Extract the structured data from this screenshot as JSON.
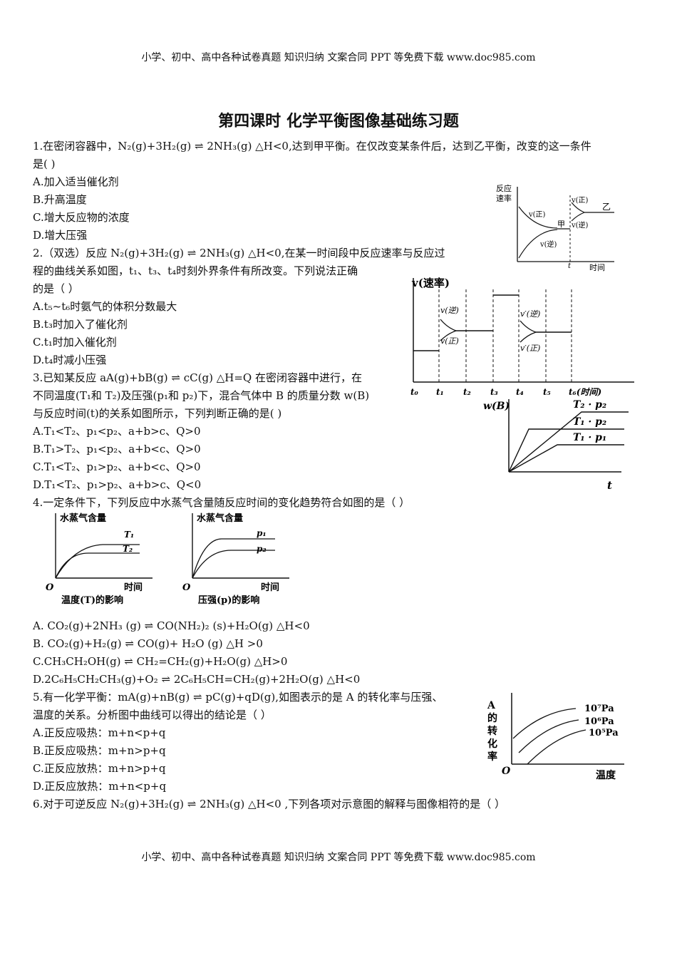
{
  "header_text": "小学、初中、高中各种试卷真题 知识归纳 文案合同 PPT 等免费下载   www.doc985.com",
  "footer_text": "小学、初中、高中各种试卷真题 知识归纳 文案合同 PPT 等免费下载   www.doc985.com",
  "title": "第四课时 化学平衡图像基础练习题",
  "lines": [
    "1.在密闭容器中，N₂(g)+3H₂(g) ⇌ 2NH₃(g) △H<0,达到甲平衡。在仅改变某条件后，达到乙平衡，改变的这一条件",
    "是(   )",
    "A.加入适当催化剂",
    "B.升高温度",
    "C.增大反应物的浓度",
    "D.增大压强",
    "2.（双选）反应 N₂(g)+3H₂(g) ⇌ 2NH₃(g) △H<0,在某一时间段中反应速率与反应过",
    "程的曲线关系如图，t₁、t₃、t₄时刻外界条件有所改变。下列说法正确",
    "的是（    ）",
    "A.t₅~t₆时氨气的体积分数最大",
    "B.t₃时加入了催化剂",
    "C.t₁时加入催化剂",
    "D.t₄时减小压强",
    "3.已知某反应 aA(g)+bB(g) ⇌ cC(g) △H=Q 在密闭容器中进行，在",
    "不同温度(T₁和 T₂)及压强(p₁和 p₂)下，混合气体中 B 的质量分数 w(B)",
    "与反应时间(t)的关系如图所示，下列判断正确的是(    )",
    "A.T₁<T₂、p₁<p₂、a+b>c、Q>0",
    "B.T₁>T₂、p₁<p₂、a+b<c、Q>0",
    "C.T₁<T₂、p₁>p₂、a+b<c、Q>0",
    "D.T₁<T₂、p₁>p₂、a+b>c、Q<0",
    "4.一定条件下，下列反应中水蒸气含量随反应时间的变化趋势符合如图的是（    ）",
    "A. CO₂(g)+2NH₃ (g) ⇌ CO(NH₂)₂ (s)+H₂O(g) △H<0",
    "B. CO₂(g)+H₂(g) ⇌ CO(g)+ H₂O (g)   △H >0",
    "C.CH₃CH₂OH(g) ⇌ CH₂=CH₂(g)+H₂O(g)  △H>0",
    "D.2C₆H₅CH₂CH₃(g)+O₂ ⇌ 2C₆H₅CH=CH₂(g)+2H₂O(g)  △H<0",
    "5.有一化学平衡：mA(g)+nB(g) ⇌ pC(g)+qD(g),如图表示的是 A 的转化率与压强、",
    "温度的关系。分析图中曲线可以得出的结论是（    ）",
    "A.正反应吸热：m+n<p+q",
    "B.正反应吸热：m+n>p+q",
    "C.正反应放热：m+n>p+q",
    "D.正反应放热：m+n<p+q",
    "6.对于可逆反应 N₂(g)+3H₂(g) ⇌ 2NH₃(g)  △H<0 ,下列各项对示意图的解释与图像相符的是（    ）"
  ],
  "fig1": {
    "ylabel_1": "反应",
    "ylabel_2": "速率",
    "xlabel": "时间",
    "t_label": "t",
    "v_forward": "v(正)",
    "v_reverse": "v(逆)",
    "state_jia": "甲",
    "state_yi": "乙"
  },
  "fig2": {
    "ylabel": "v(速率)",
    "ticks": [
      "t₀",
      "t₁",
      "t₂",
      "t₃",
      "t₄",
      "t₅",
      "t₆(时间)"
    ],
    "v_reverse": "v(逆)",
    "v_forward": "v(正)",
    "v2_reverse": "v′(逆)",
    "v2_forward": "v′(正)"
  },
  "fig3": {
    "ylabel": "w(B)",
    "xlabel": "t",
    "curves": [
      "T₂ · p₂",
      "T₁ · p₂",
      "T₁ · p₁"
    ]
  },
  "fig4a": {
    "ylabel": "水蒸气含量",
    "origin": "O",
    "xlabel": "时间",
    "series": [
      "T₁",
      "T₂"
    ],
    "caption": "温度(T)的影响"
  },
  "fig4b": {
    "ylabel": "水蒸气含量",
    "origin": "O",
    "xlabel": "时间",
    "series": [
      "p₁",
      "p₂"
    ],
    "caption": "压强(p)的影响"
  },
  "fig5": {
    "ylabel": [
      "A",
      "的",
      "转",
      "化",
      "率"
    ],
    "origin": "O",
    "xlabel": "温度",
    "series": [
      "10⁷Pa",
      "10⁶Pa",
      "10⁵Pa"
    ]
  }
}
